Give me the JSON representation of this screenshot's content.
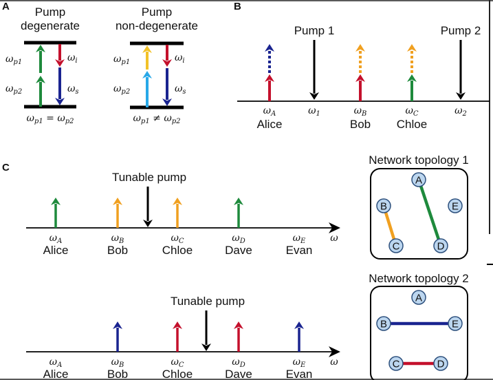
{
  "colors": {
    "green": "#1e8a3c",
    "red": "#c4102c",
    "blue": "#1a2490",
    "orange": "#f0a020",
    "yellow": "#f2c228",
    "cyan": "#28a8e8",
    "black": "#000000"
  },
  "panelA": {
    "label": "A",
    "left": {
      "title_line1": "Pump",
      "title_line2": "degenerate",
      "labels": {
        "wp1": "ω",
        "wp1_sub": "p1",
        "wp2": "ω",
        "wp2_sub": "p2",
        "wi": "ω",
        "wi_sub": "i",
        "ws": "ω",
        "ws_sub": "s"
      },
      "relation": "ω_p1 = ω_p2",
      "rel_parts": [
        "ω",
        "p1",
        " = ω",
        "p2"
      ],
      "pump1_color": "green",
      "pump2_color": "green"
    },
    "right": {
      "title_line1": "Pump",
      "title_line2": "non-degenerate",
      "labels": {
        "wp1": "ω",
        "wp1_sub": "p1",
        "wp2": "ω",
        "wp2_sub": "p2",
        "wi": "ω",
        "wi_sub": "i",
        "ws": "ω",
        "ws_sub": "s"
      },
      "relation": "ω_p1 ≠ ω_p2",
      "rel_parts": [
        "ω",
        "p1",
        " ≠ ω",
        "p2"
      ],
      "pump1_color": "yellow",
      "pump2_color": "cyan"
    }
  },
  "panelB": {
    "label": "B",
    "pump1_label": "Pump 1",
    "pump2_label": "Pump 2",
    "ticks": [
      {
        "symbol": "ω",
        "sub": "A",
        "name": "Alice"
      },
      {
        "symbol": "ω",
        "sub": "1",
        "name": ""
      },
      {
        "symbol": "ω",
        "sub": "B",
        "name": "Bob"
      },
      {
        "symbol": "ω",
        "sub": "C",
        "name": "Chloe"
      },
      {
        "symbol": "ω",
        "sub": "2",
        "name": ""
      }
    ],
    "arrows": [
      {
        "user": "Alice",
        "solid": "red",
        "dashed": "blue"
      },
      {
        "user": "Bob",
        "solid": "red",
        "dashed": "orange"
      },
      {
        "user": "Chloe",
        "solid": "green",
        "dashed": "orange"
      }
    ]
  },
  "panelC": {
    "label": "C",
    "axis_label": "ω",
    "rows": [
      {
        "pump_label": "Tunable pump",
        "ticks": [
          {
            "symbol": "ω",
            "sub": "A",
            "name": "Alice",
            "arrow": "green"
          },
          {
            "symbol": "ω",
            "sub": "B",
            "name": "Bob",
            "arrow": "orange"
          },
          {
            "symbol": "ω",
            "sub": "C",
            "name": "Chloe",
            "arrow": "orange"
          },
          {
            "symbol": "ω",
            "sub": "D",
            "name": "Dave",
            "arrow": "green"
          },
          {
            "symbol": "ω",
            "sub": "E",
            "name": "Evan",
            "arrow": null
          }
        ],
        "topology": {
          "title": "Network topology 1",
          "nodes": [
            "A",
            "B",
            "C",
            "D",
            "E"
          ],
          "links": [
            {
              "from": "B",
              "to": "C",
              "color": "orange"
            },
            {
              "from": "A",
              "to": "D",
              "color": "green"
            }
          ]
        }
      },
      {
        "pump_label": "Tunable pump",
        "ticks": [
          {
            "symbol": "ω",
            "sub": "A",
            "name": "Alice",
            "arrow": null
          },
          {
            "symbol": "ω",
            "sub": "B",
            "name": "Bob",
            "arrow": "blue"
          },
          {
            "symbol": "ω",
            "sub": "C",
            "name": "Chloe",
            "arrow": "red"
          },
          {
            "symbol": "ω",
            "sub": "D",
            "name": "Dave",
            "arrow": "red"
          },
          {
            "symbol": "ω",
            "sub": "E",
            "name": "Evan",
            "arrow": "blue"
          }
        ],
        "topology": {
          "title": "Network topology 2",
          "nodes": [
            "A",
            "B",
            "C",
            "D",
            "E"
          ],
          "links": [
            {
              "from": "B",
              "to": "E",
              "color": "blue"
            },
            {
              "from": "C",
              "to": "D",
              "color": "red"
            }
          ]
        }
      }
    ]
  }
}
